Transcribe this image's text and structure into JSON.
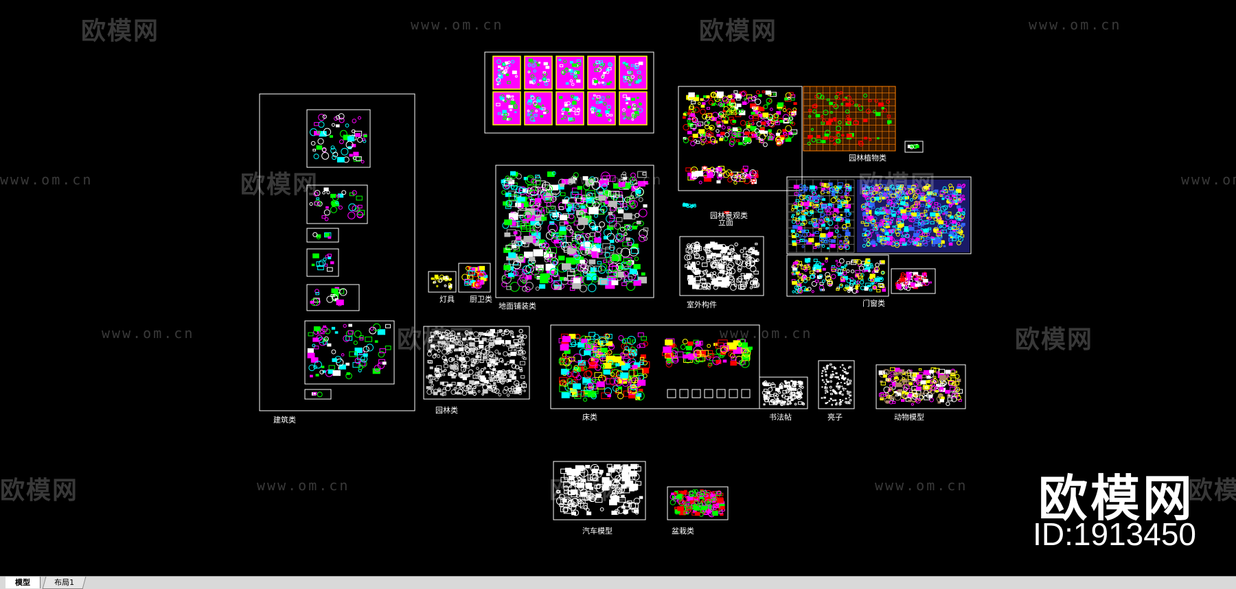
{
  "watermark": {
    "brand": "欧模网",
    "url": "www.om.cn",
    "id": "ID:1913450"
  },
  "captions": [
    "建筑类",
    "灯具",
    "厨卫类",
    "室外构件",
    "地面铺装类",
    "园林类",
    "床类",
    "书法帖",
    "亮子",
    "动物模型",
    "汽车模型",
    "盆栽类",
    "园林景观类",
    "门窗类",
    "立面",
    "园林植物类"
  ],
  "tabs": {
    "model": "模型",
    "layout1": "布局1"
  },
  "colors": {
    "background": "#000000",
    "frame": "#ffffff",
    "magenta": "#ff00ff",
    "green": "#00ff00",
    "cyan": "#00ffff",
    "yellow": "#ffff00",
    "red": "#ff0000",
    "orange": "#ff8000",
    "blue": "#3366ff"
  }
}
